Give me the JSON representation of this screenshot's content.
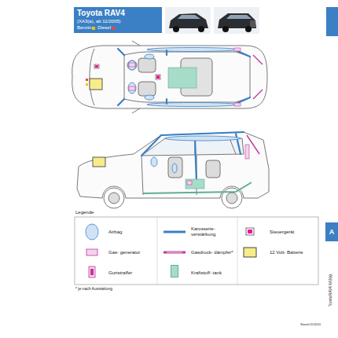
{
  "diagram": {
    "title": "Toyota RAV4",
    "nodes": [
      {
        "text": [
          "A"
        ]
      }
    ],
    "labels": [
      "(XA3(a), ab 11/2005)",
      "Benzin",
      "Diesel",
      "Legende",
      "* je nach Ausstattung",
      "Toyota RAV4 XA3(a)",
      "Stand 01/2010"
    ],
    "legend": [
      {
        "text": "Airbag"
      },
      {
        "text": "Gas- generator"
      },
      {
        "text": "Gurtstraffer"
      },
      {
        "text": "Karosserie- verstärkung"
      },
      {
        "text": "Gasdruck- dämpfer*"
      },
      {
        "text": "Kraftstoff- tank",
        "color": "#a7dcc9"
      },
      {
        "text": "Steuergerät"
      },
      {
        "text": "12 Volt- Batterie"
      }
    ]
  }
}
